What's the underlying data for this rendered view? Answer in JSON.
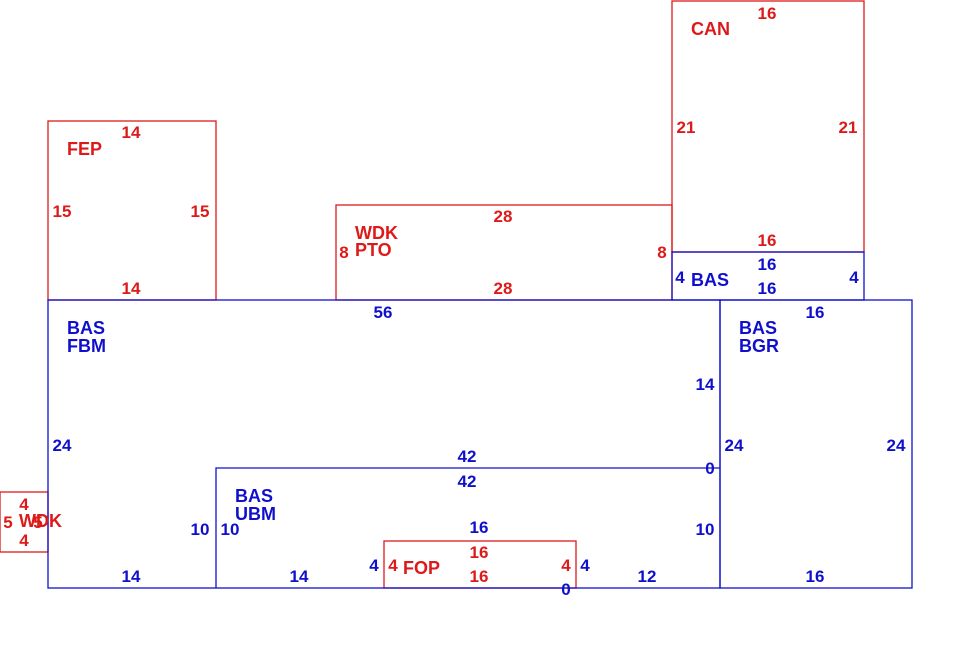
{
  "colors": {
    "main": "#1010cc",
    "addition": "#dd1a1a",
    "background": "#ffffff"
  },
  "sketch": {
    "areas": [
      {
        "id": "can",
        "color": "addition",
        "labels": [
          "CAN"
        ],
        "dims": [
          "16",
          "21",
          "21",
          "16"
        ]
      },
      {
        "id": "fep",
        "color": "addition",
        "labels": [
          "FEP"
        ],
        "dims": [
          "14",
          "15",
          "15",
          "14"
        ]
      },
      {
        "id": "wdk-pto",
        "color": "addition",
        "labels": [
          "WDK",
          "PTO"
        ],
        "dims": [
          "28",
          "8",
          "8",
          "28"
        ]
      },
      {
        "id": "bas-small",
        "color": "main",
        "labels": [
          "BAS"
        ],
        "dims": [
          "16",
          "4",
          "4",
          "16"
        ]
      },
      {
        "id": "bas-fbm",
        "color": "main",
        "labels": [
          "BAS",
          "FBM"
        ],
        "dims": [
          "56",
          "24",
          "14",
          "14",
          "10",
          "42",
          "0",
          "10",
          "12"
        ]
      },
      {
        "id": "bas-bgr",
        "color": "main",
        "labels": [
          "BAS",
          "BGR"
        ],
        "dims": [
          "16",
          "24",
          "24",
          "16"
        ]
      },
      {
        "id": "bas-ubm",
        "color": "main",
        "labels": [
          "BAS",
          "UBM"
        ],
        "dims": [
          "42",
          "10",
          "16",
          "4",
          "4",
          "0"
        ]
      },
      {
        "id": "fop",
        "color": "addition",
        "labels": [
          "FOP"
        ],
        "dims": [
          "16",
          "4",
          "4",
          "16"
        ]
      },
      {
        "id": "wdk-small",
        "color": "addition",
        "labels": [
          "WDK"
        ],
        "dims": [
          "4",
          "5",
          "5",
          "4"
        ]
      }
    ]
  }
}
